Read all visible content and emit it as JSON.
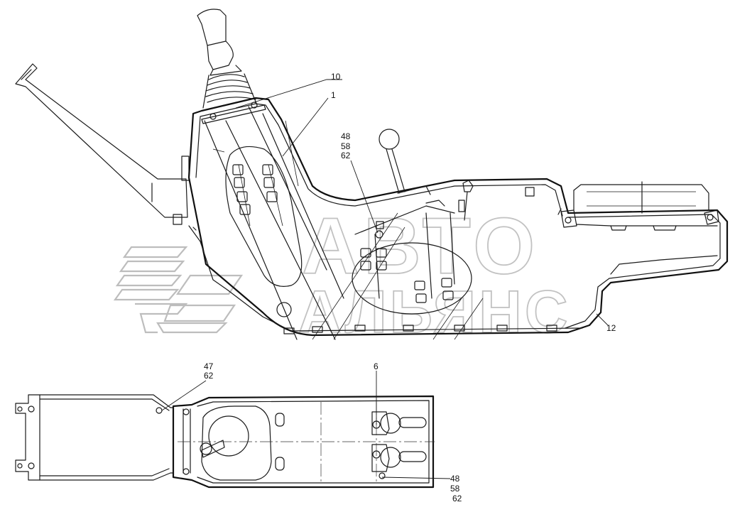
{
  "watermark": {
    "line1": "АВТО",
    "line2": "АЛЬЯНС"
  },
  "callouts": {
    "c10": "10",
    "c1": "1",
    "c48a": "48",
    "c58a": "58",
    "c62a": "62",
    "c12": "12",
    "c47": "47",
    "c62b": "62",
    "c6": "6",
    "c48b": "48",
    "c58b": "58",
    "c62c": "62"
  },
  "colors": {
    "line": "#1a1a1a",
    "watermark": "#bdbdbd",
    "background": "#ffffff"
  }
}
